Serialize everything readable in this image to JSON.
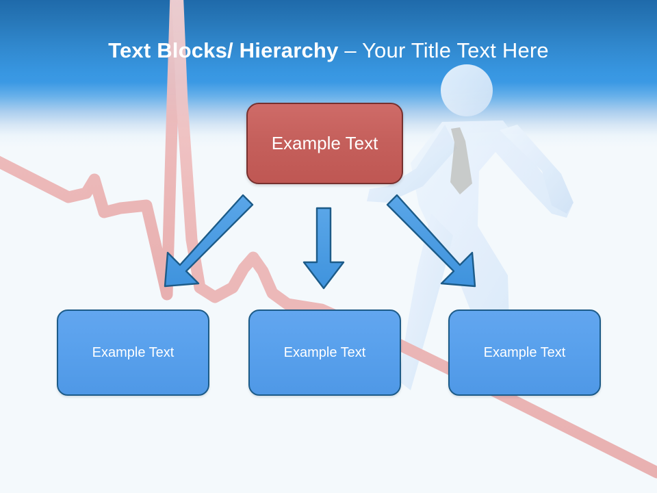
{
  "slide": {
    "title": {
      "bold_part": "Text Blocks/ Hierarchy",
      "separator": " – ",
      "light_part": "Your Title Text Here",
      "full": "Text Blocks/ Hierarchy – Your Title Text Here"
    },
    "header_gradient": {
      "top": "#1f6aaa",
      "mid": "#3b99e4",
      "bottom": "#f4f9fc"
    },
    "canvas_background": "#f4f9fc"
  },
  "diagram": {
    "type": "hierarchy",
    "root": {
      "id": "node-top",
      "label": "Example Text",
      "fill": "#c5605c",
      "border": "#76302e",
      "text_color": "#ffffff"
    },
    "children": [
      {
        "id": "node-leaf-1",
        "label": "Example Text",
        "fill": "#58a0ec",
        "border": "#1c5b88",
        "text_color": "#ffffff"
      },
      {
        "id": "node-leaf-2",
        "label": "Example Text",
        "fill": "#58a0ec",
        "border": "#1c5b88",
        "text_color": "#ffffff"
      },
      {
        "id": "node-leaf-3",
        "label": "Example Text",
        "fill": "#58a0ec",
        "border": "#1c5b88",
        "text_color": "#ffffff"
      }
    ],
    "connectors": [
      {
        "id": "arrow-left",
        "direction": "down-left",
        "fill": "#4a9be0",
        "border": "#1c5b88"
      },
      {
        "id": "arrow-center",
        "direction": "down",
        "fill": "#4a9be0",
        "border": "#1c5b88"
      },
      {
        "id": "arrow-right",
        "direction": "down-right",
        "fill": "#4a9be0",
        "border": "#1c5b88"
      }
    ]
  },
  "background_art": {
    "ecg_line": {
      "name": "heartbeat-ecg-line",
      "color": "#efbdbd"
    },
    "runner": {
      "name": "running-businessman-figure",
      "color": "#e2eefb",
      "tie_color": "#b9b9b4"
    }
  }
}
